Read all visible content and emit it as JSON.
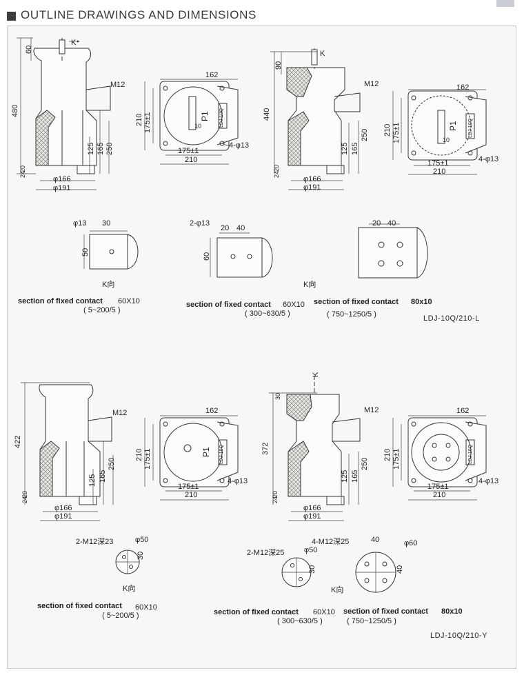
{
  "header": {
    "title": "OUTLINE DRAWINGS AND DIMENSIONS"
  },
  "top": {
    "left_view": {
      "h_total": "480",
      "h_top": "60",
      "k": "K",
      "m12": "M12",
      "d250": "250",
      "d165": "165",
      "d125": "125",
      "d20": "20",
      "d24": "24",
      "phi166": "φ166",
      "phi191": "φ191"
    },
    "left_plan": {
      "w162": "162",
      "h210": "210",
      "h175": "175±1",
      "p1": "P1",
      "d10": "10",
      "w175": "175±1",
      "w210": "210",
      "holes": "4-φ13",
      "nameplate": "LDJ-10Q"
    },
    "right_view": {
      "h_total": "440",
      "h_top": "90",
      "k": "K",
      "m12": "M12",
      "d250": "250",
      "d165": "165",
      "d125": "125",
      "d20": "20",
      "d24": "24",
      "phi166": "φ166",
      "phi191": "φ191"
    },
    "right_plan": {
      "w162": "162",
      "h210": "210",
      "h175": "175±1",
      "p1": "P1",
      "d10": "10",
      "w175": "175±1",
      "w210": "210",
      "holes": "4-φ13",
      "nameplate": "LDJ-10Q"
    },
    "k_views": [
      {
        "d1": "φ13",
        "d2": "30",
        "h": "50"
      },
      {
        "d1": "2-φ13",
        "d2": "20",
        "d3": "40",
        "h": "60"
      },
      {
        "d2": "20",
        "d3": "40"
      }
    ],
    "k_dir_1": "K向",
    "k_dir_2": "K向",
    "sections": [
      {
        "label": "section of fixed contact",
        "spec": "60X10",
        "range": "( 5~200/5 )"
      },
      {
        "label": "section of fixed contact",
        "spec": "60X10",
        "range": "( 300~630/5 )"
      },
      {
        "label": "section of fixed contact",
        "spec": "80x10",
        "range": "( 750~1250/5 )"
      }
    ],
    "model": "LDJ-10Q/210-L"
  },
  "bottom": {
    "left_view": {
      "h_total": "422",
      "m12": "M12",
      "d250": "250",
      "d165": "165",
      "d125": "125",
      "d20": "20",
      "d24": "24",
      "phi166": "φ166",
      "phi191": "φ191"
    },
    "left_plan": {
      "w162": "162",
      "h210": "210",
      "h175": "175±1",
      "p1": "P1",
      "w175": "175±1",
      "w210": "210",
      "holes": "4-φ13",
      "nameplate": "LDJ-10Q"
    },
    "right_view": {
      "h_total": "372",
      "h_top": "30",
      "k": "K",
      "m12": "M12",
      "d250": "250",
      "d165": "165",
      "d125": "125",
      "d20": "20",
      "d24": "24",
      "phi166": "φ166",
      "phi191": "φ191"
    },
    "right_plan": {
      "w162": "162",
      "h210": "210",
      "h175": "175±1",
      "w175": "175±1",
      "w210": "210",
      "holes": "4-φ13",
      "nameplate": "LDJ-10Q"
    },
    "k_views": [
      {
        "thread": "2-M12深23",
        "phi": "φ50",
        "d": "30"
      },
      {
        "thread": "2-M12深25",
        "phi": "φ50",
        "d": "30"
      },
      {
        "thread": "4-M12深25",
        "d1": "40",
        "phi": "φ60",
        "d2": "40"
      }
    ],
    "k_dir_1": "K向",
    "k_dir_2": "K向",
    "sections": [
      {
        "label": "section of fixed contact",
        "spec": "60X10",
        "range": "( 5~200/5 )"
      },
      {
        "label": "section of fixed contact",
        "spec": "60X10",
        "range": "( 300~630/5 )"
      },
      {
        "label": "section of fixed contact",
        "spec": "80x10",
        "range": "( 750~1250/5 )"
      }
    ],
    "model": "LDJ-10Q/210-Y"
  }
}
